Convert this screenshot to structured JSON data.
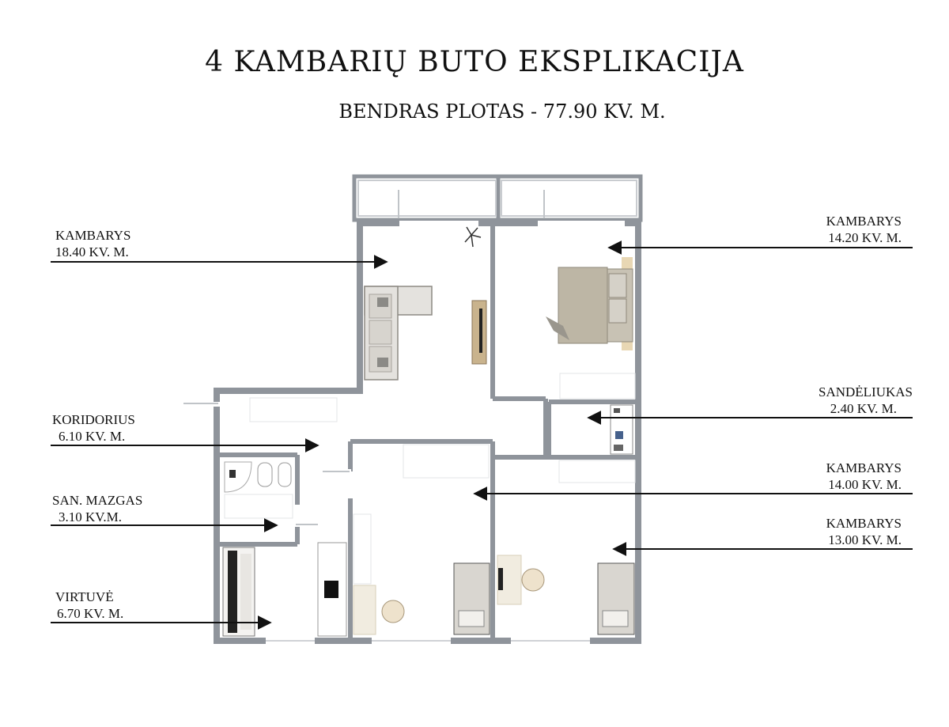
{
  "title": "4 KAMBARIŲ  BUTO EKSPLIKACIJA",
  "subtitle": "BENDRAS PLOTAS - 77.90 KV. M.",
  "rooms": [
    {
      "name": "KAMBARYS",
      "area": "18.40 KV. M."
    },
    {
      "name": "KORIDORIUS",
      "area": "6.10 KV. M."
    },
    {
      "name": "SAN. MAZGAS",
      "area": "3.10 KV.M."
    },
    {
      "name": "VIRTUVĖ",
      "area": "6.70 KV. M."
    },
    {
      "name": "KAMBARYS",
      "area": "14.20 KV. M."
    },
    {
      "name": "SANDĖLIUKAS",
      "area": "2.40 KV. M."
    },
    {
      "name": "KAMBARYS",
      "area": "14.00 KV. M."
    },
    {
      "name": "KAMBARYS",
      "area": "13.00 KV. M."
    }
  ],
  "colors": {
    "wall": "#8f949b",
    "line": "#111111",
    "furniture": "#d9d2c3"
  }
}
